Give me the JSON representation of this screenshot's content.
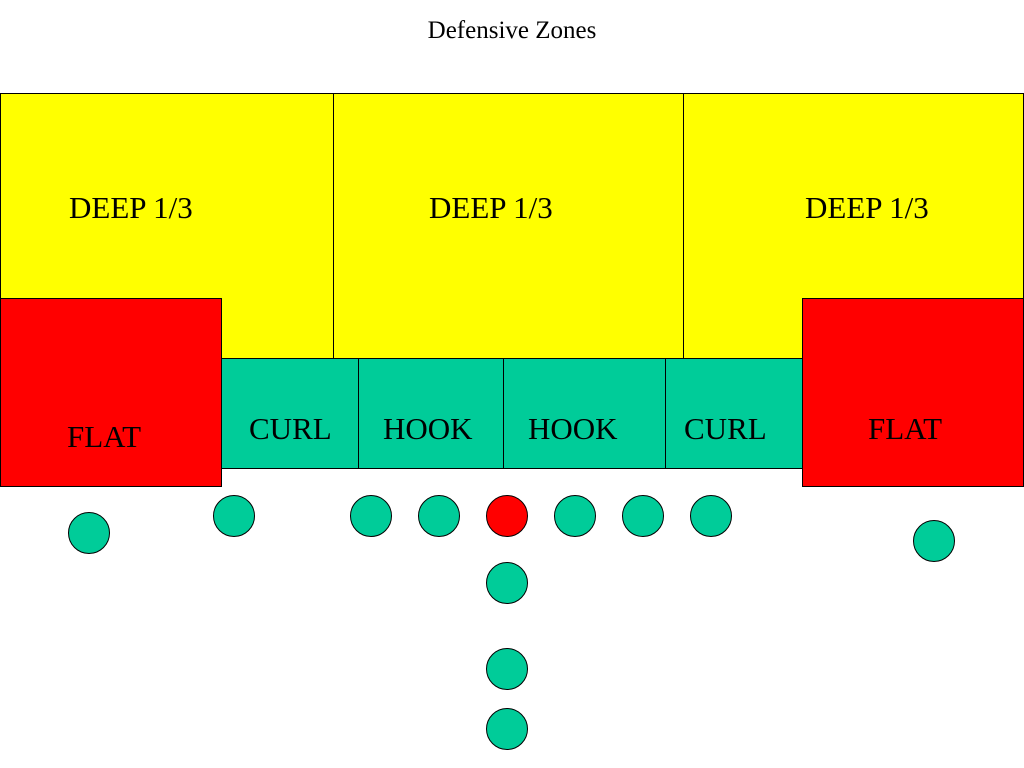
{
  "title": "Defensive Zones",
  "colors": {
    "deep": "#ffff00",
    "flat": "#ff0000",
    "underneath": "#00cc99",
    "player": "#00cc99",
    "quarterback": "#ff0000",
    "outline": "#000000"
  },
  "zones": {
    "deep_left": "DEEP 1/3",
    "deep_middle": "DEEP 1/3",
    "deep_right": "DEEP 1/3",
    "flat_left": "FLAT",
    "flat_right": "FLAT",
    "curl_left": "CURL",
    "hook_left": "HOOK",
    "hook_right": "HOOK",
    "curl_right": "CURL"
  }
}
